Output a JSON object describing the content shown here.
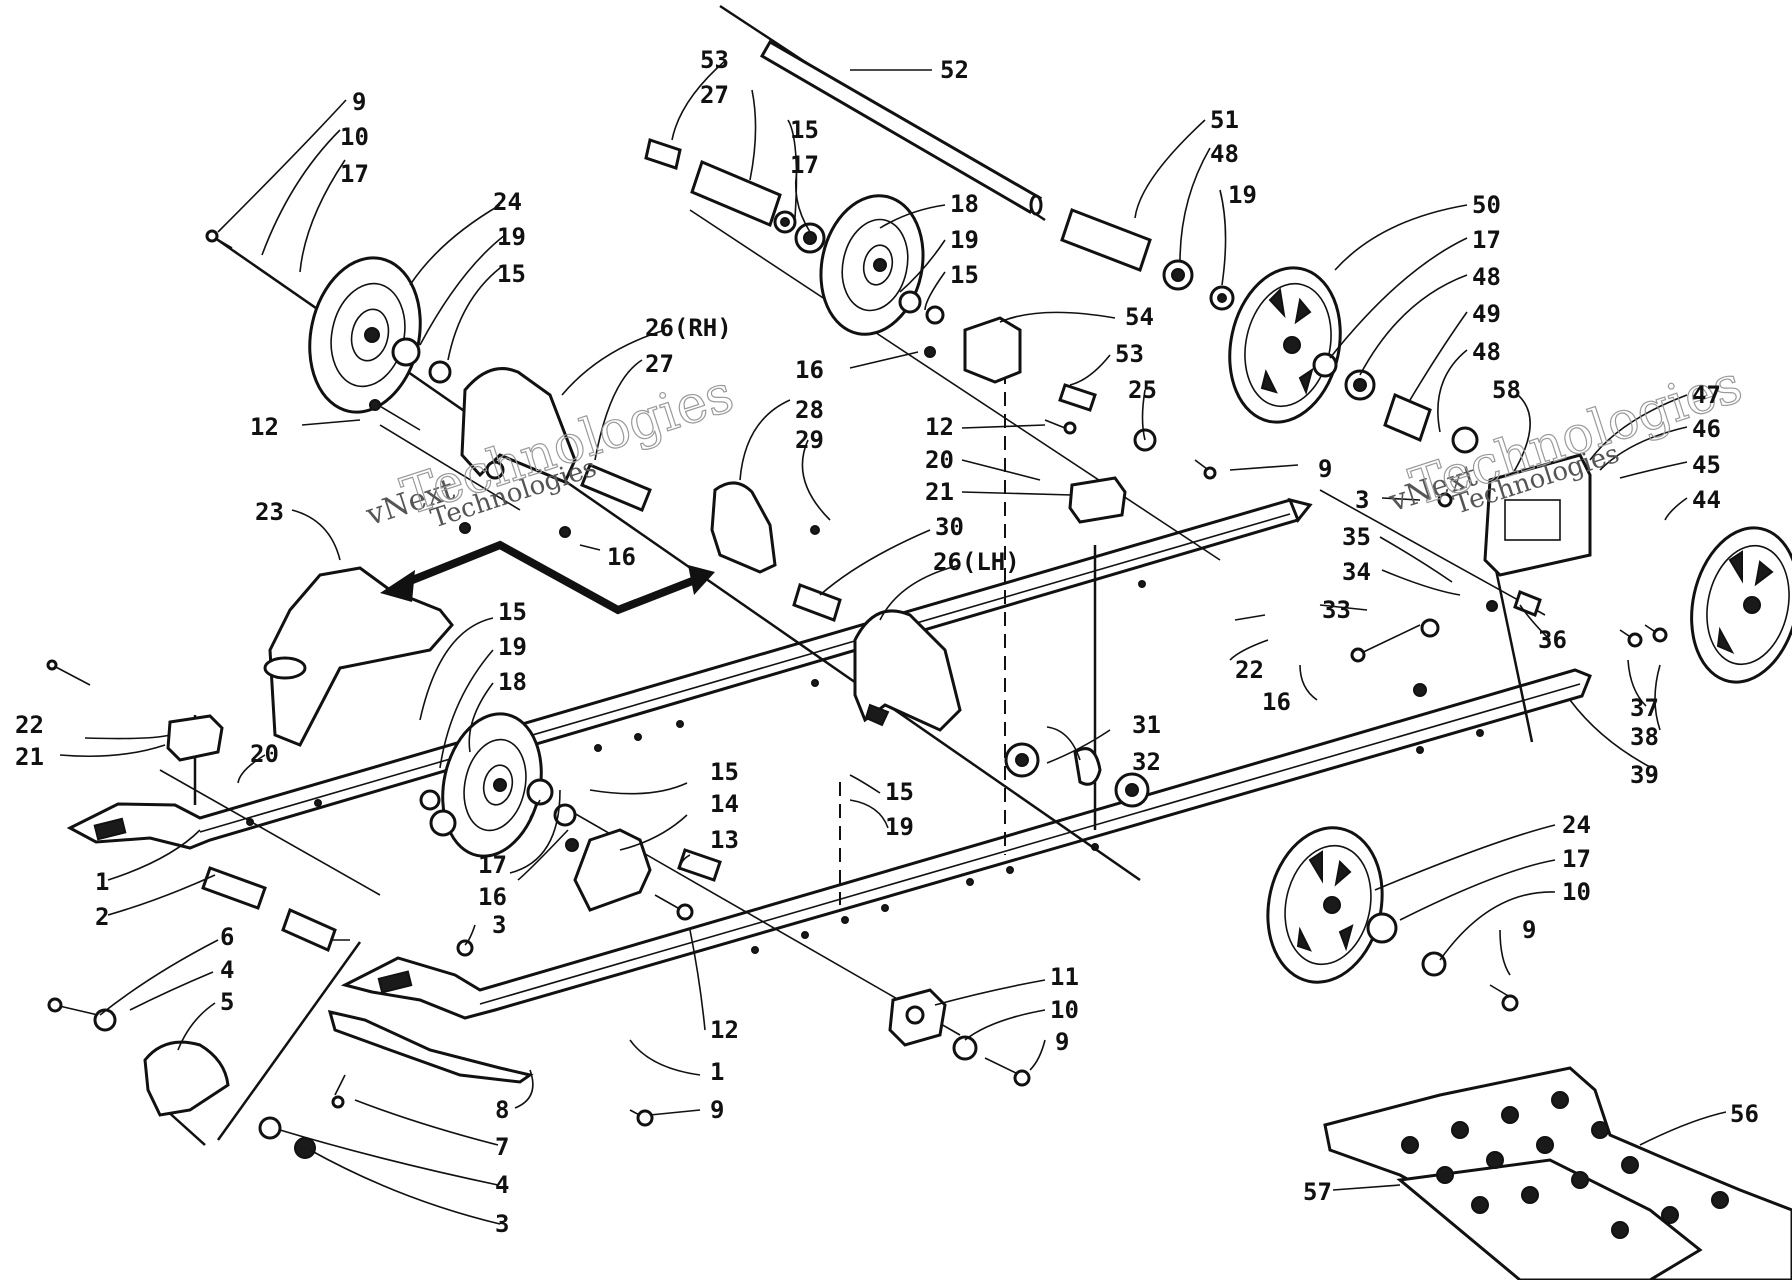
{
  "callouts": [
    {
      "id": "c9a",
      "text": "9"
    },
    {
      "id": "c10a",
      "text": "10"
    },
    {
      "id": "c17a",
      "text": "17"
    },
    {
      "id": "c24a",
      "text": "24"
    },
    {
      "id": "c19a",
      "text": "19"
    },
    {
      "id": "c15a",
      "text": "15"
    },
    {
      "id": "c26rh",
      "text": "26(RH)"
    },
    {
      "id": "c27a",
      "text": "27"
    },
    {
      "id": "c12a",
      "text": "12"
    },
    {
      "id": "c16a",
      "text": "16"
    },
    {
      "id": "c23",
      "text": "23"
    },
    {
      "id": "c28",
      "text": "28"
    },
    {
      "id": "c29",
      "text": "29"
    },
    {
      "id": "c30",
      "text": "30"
    },
    {
      "id": "c26lh",
      "text": "26(LH)"
    },
    {
      "id": "c53a",
      "text": "53"
    },
    {
      "id": "c27b",
      "text": "27"
    },
    {
      "id": "c52",
      "text": "52"
    },
    {
      "id": "c15b",
      "text": "15"
    },
    {
      "id": "c17b",
      "text": "17"
    },
    {
      "id": "c18a",
      "text": "18"
    },
    {
      "id": "c19b",
      "text": "19"
    },
    {
      "id": "c15c",
      "text": "15"
    },
    {
      "id": "c54",
      "text": "54"
    },
    {
      "id": "c16b",
      "text": "16"
    },
    {
      "id": "c53b",
      "text": "53"
    },
    {
      "id": "c25",
      "text": "25"
    },
    {
      "id": "c12b",
      "text": "12"
    },
    {
      "id": "c20a",
      "text": "20"
    },
    {
      "id": "c21a",
      "text": "21"
    },
    {
      "id": "c9b",
      "text": "9"
    },
    {
      "id": "c51",
      "text": "51"
    },
    {
      "id": "c48a",
      "text": "48"
    },
    {
      "id": "c19c",
      "text": "19"
    },
    {
      "id": "c50",
      "text": "50"
    },
    {
      "id": "c17c",
      "text": "17"
    },
    {
      "id": "c48b",
      "text": "48"
    },
    {
      "id": "c49",
      "text": "49"
    },
    {
      "id": "c48c",
      "text": "48"
    },
    {
      "id": "c58",
      "text": "58"
    },
    {
      "id": "c47",
      "text": "47"
    },
    {
      "id": "c46",
      "text": "46"
    },
    {
      "id": "c45",
      "text": "45"
    },
    {
      "id": "c44",
      "text": "44"
    },
    {
      "id": "c3a",
      "text": "3"
    },
    {
      "id": "c35",
      "text": "35"
    },
    {
      "id": "c34",
      "text": "34"
    },
    {
      "id": "c33",
      "text": "33"
    },
    {
      "id": "c36",
      "text": "36"
    },
    {
      "id": "c22a",
      "text": "22"
    },
    {
      "id": "c16c",
      "text": "16"
    },
    {
      "id": "c37",
      "text": "37"
    },
    {
      "id": "c38",
      "text": "38"
    },
    {
      "id": "c39",
      "text": "39"
    },
    {
      "id": "c22b",
      "text": "22"
    },
    {
      "id": "c21b",
      "text": "21"
    },
    {
      "id": "c20b",
      "text": "20"
    },
    {
      "id": "c15d",
      "text": "15"
    },
    {
      "id": "c19d",
      "text": "19"
    },
    {
      "id": "c18b",
      "text": "18"
    },
    {
      "id": "c15e",
      "text": "15"
    },
    {
      "id": "c14",
      "text": "14"
    },
    {
      "id": "c13",
      "text": "13"
    },
    {
      "id": "c17d",
      "text": "17"
    },
    {
      "id": "c16d",
      "text": "16"
    },
    {
      "id": "c1a",
      "text": "1"
    },
    {
      "id": "c2",
      "text": "2"
    },
    {
      "id": "c15f",
      "text": "15"
    },
    {
      "id": "c19e",
      "text": "19"
    },
    {
      "id": "c31",
      "text": "31"
    },
    {
      "id": "c32",
      "text": "32"
    },
    {
      "id": "c24b",
      "text": "24"
    },
    {
      "id": "c17e",
      "text": "17"
    },
    {
      "id": "c10b",
      "text": "10"
    },
    {
      "id": "c9c",
      "text": "9"
    },
    {
      "id": "c3b",
      "text": "3"
    },
    {
      "id": "c6",
      "text": "6"
    },
    {
      "id": "c4a",
      "text": "4"
    },
    {
      "id": "c5",
      "text": "5"
    },
    {
      "id": "c12c",
      "text": "12"
    },
    {
      "id": "c11",
      "text": "11"
    },
    {
      "id": "c10c",
      "text": "10"
    },
    {
      "id": "c9d",
      "text": "9"
    },
    {
      "id": "c1b",
      "text": "1"
    },
    {
      "id": "c8",
      "text": "8"
    },
    {
      "id": "c9e",
      "text": "9"
    },
    {
      "id": "c7",
      "text": "7"
    },
    {
      "id": "c4b",
      "text": "4"
    },
    {
      "id": "c3c",
      "text": "3"
    },
    {
      "id": "c56",
      "text": "56"
    },
    {
      "id": "c57",
      "text": "57"
    }
  ],
  "watermarks": [
    {
      "line1": "vNext",
      "line2": "Technologies"
    },
    {
      "line1": "vNext",
      "line2": "Technologies"
    }
  ]
}
